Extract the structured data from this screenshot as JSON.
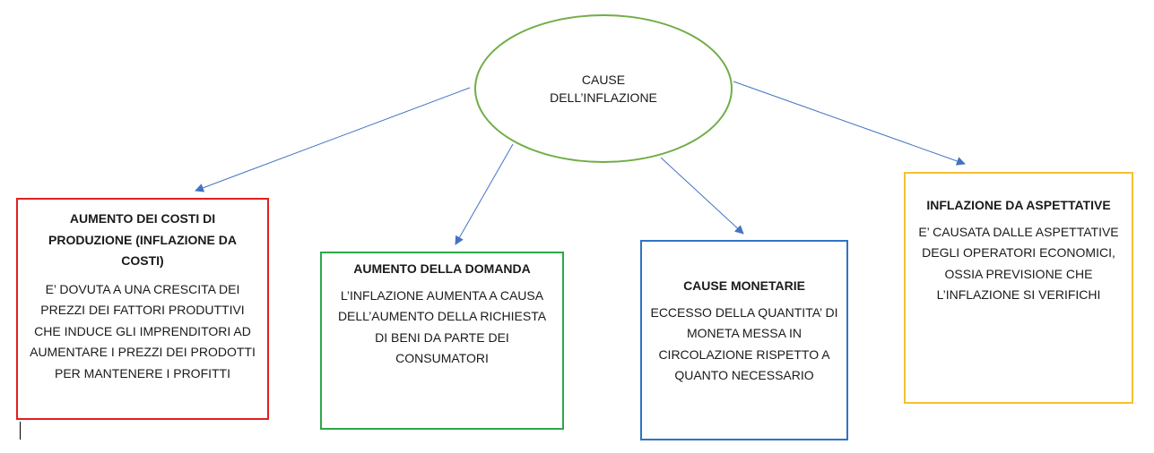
{
  "diagram": {
    "center": {
      "lines": [
        "CAUSE",
        "DELL’INFLAZIONE"
      ]
    },
    "nodes": [
      {
        "key": "costs",
        "title": "AUMENTO DEI COSTI DI PRODUZIONE (INFLAZIONE DA COSTI)",
        "body": "E’ DOVUTA A UNA CRESCITA DEI PREZZI DEI FATTORI PRODUTTIVI CHE INDUCE GLI IMPRENDITORI AD AUMENTARE I PREZZI DEI PRODOTTI PER MANTENERE I PROFITTI",
        "border_color": "#e02020"
      },
      {
        "key": "demand",
        "title": "AUMENTO DELLA DOMANDA",
        "body": "L’INFLAZIONE AUMENTA A CAUSA DELL’AUMENTO DELLA RICHIESTA DI BENI DA PARTE DEI CONSUMATORI",
        "border_color": "#2ba84a"
      },
      {
        "key": "monetary",
        "title": "CAUSE MONETARIE",
        "body": "ECCESSO DELLA QUANTITA’ DI MONETA MESSA IN CIRCOLAZIONE RISPETTO A QUANTO NECESSARIO",
        "border_color": "#2e74c4"
      },
      {
        "key": "expect",
        "title": "INFLAZIONE DA ASPETTATIVE",
        "body": "E’ CAUSATA DALLE ASPETTATIVE DEGLI OPERATORI ECONOMICI, OSSIA PREVISIONE CHE L’INFLAZIONE SI VERIFICHI",
        "border_color": "#f5c031"
      }
    ],
    "ellipse_color": "#70ad47",
    "arrow_color": "#4472c4"
  }
}
